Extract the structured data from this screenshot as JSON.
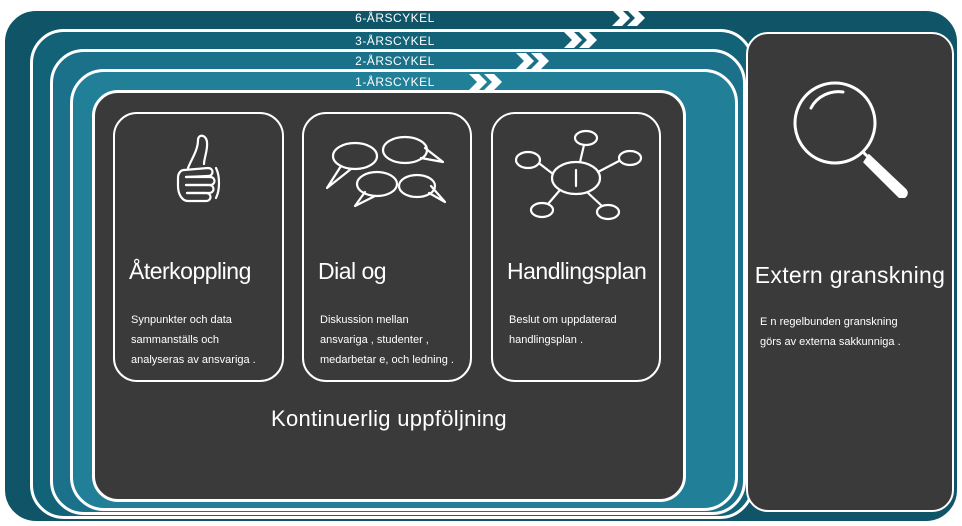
{
  "colors": {
    "cycle_6": "#0f5467",
    "cycle_3": "#136378",
    "cycle_2": "#1a7189",
    "cycle_1": "#217f98",
    "panel": "#3a3a3a",
    "stroke": "#ffffff"
  },
  "cycles": [
    {
      "label": "6-ÅRSCYKEL"
    },
    {
      "label": "3-ÅRSCYKEL"
    },
    {
      "label": "2-ÅRSCYKEL"
    },
    {
      "label": "1-ÅRSCYKEL"
    }
  ],
  "cards": [
    {
      "icon": "thumbs-up-icon",
      "title": "Återkoppling",
      "description": "Synpunkter och data\nsammanställs och\nanalyseras  av ansvariga ."
    },
    {
      "icon": "speech-bubbles-icon",
      "title": "Dial og",
      "description": "Diskussion mellan\nansvariga , studenter ,\nmedarbetar e, och ledning  ."
    },
    {
      "icon": "network-icon",
      "title": "Handlingsplan",
      "description": "Beslut  om uppdaterad\nhandlingsplan   ."
    }
  ],
  "footer_label": "Kontinuerlig uppföljning",
  "external": {
    "icon": "magnifier-icon",
    "title": "Extern granskning",
    "description": "E n regelbunden granskning\ngörs av externa sakkunniga   ."
  }
}
